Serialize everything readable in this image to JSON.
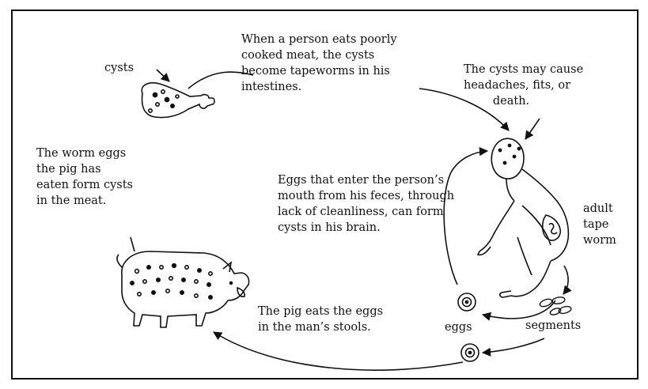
{
  "labels": {
    "cysts": "cysts",
    "eating": "When a person eats poorly\ncooked meat, the cysts\nbecome tapeworms in his\nintestines.",
    "symptoms": "The cysts may cause\nheadaches, fits, or\n        death.",
    "worm_eggs": "The worm eggs\nthe pig has\neaten form cysts\nin the meat.",
    "self_infection": "Eggs that enter the person’s\nmouth from his feces, through\nlack of cleanliness, can form\ncysts in his brain.",
    "adult": "adult\ntape\nworm",
    "pig_eats": "The pig eats the eggs\nin the man’s stools.",
    "eggs": "eggs",
    "segments": "segments"
  },
  "colors": {
    "ink": "#111111",
    "background": "#ffffff"
  }
}
